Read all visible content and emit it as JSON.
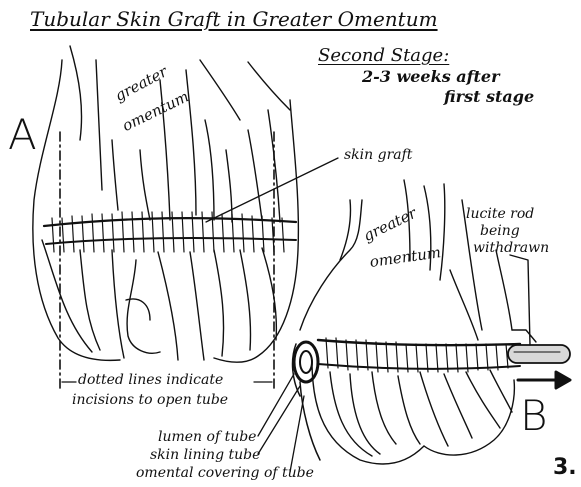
{
  "title": "Tubular Skin Graft in Greater Omentum",
  "stage": {
    "heading": "Second Stage:",
    "line1": "2-3 weeks after",
    "line2": "first stage"
  },
  "panel_a": {
    "letter": "A",
    "organ_label_top": "greater",
    "organ_label_bottom": "omentum",
    "skin_graft_label": "skin graft",
    "dotted_note_line1": "dotted lines indicate",
    "dotted_note_line2": "incisions to open tube"
  },
  "panel_b": {
    "letter": "B",
    "organ_label_top": "greater",
    "organ_label_bottom": "omentum",
    "rod_line1": "lucite rod",
    "rod_line2": "being",
    "rod_line3": "withdrawn",
    "lumen_label": "lumen of tube",
    "lining_label": "skin lining tube",
    "covering_label": "omental covering of tube"
  },
  "figure_number": "3.",
  "colors": {
    "ink": "#111111",
    "paper": "#ffffff",
    "rod": "#d8d8d8"
  }
}
